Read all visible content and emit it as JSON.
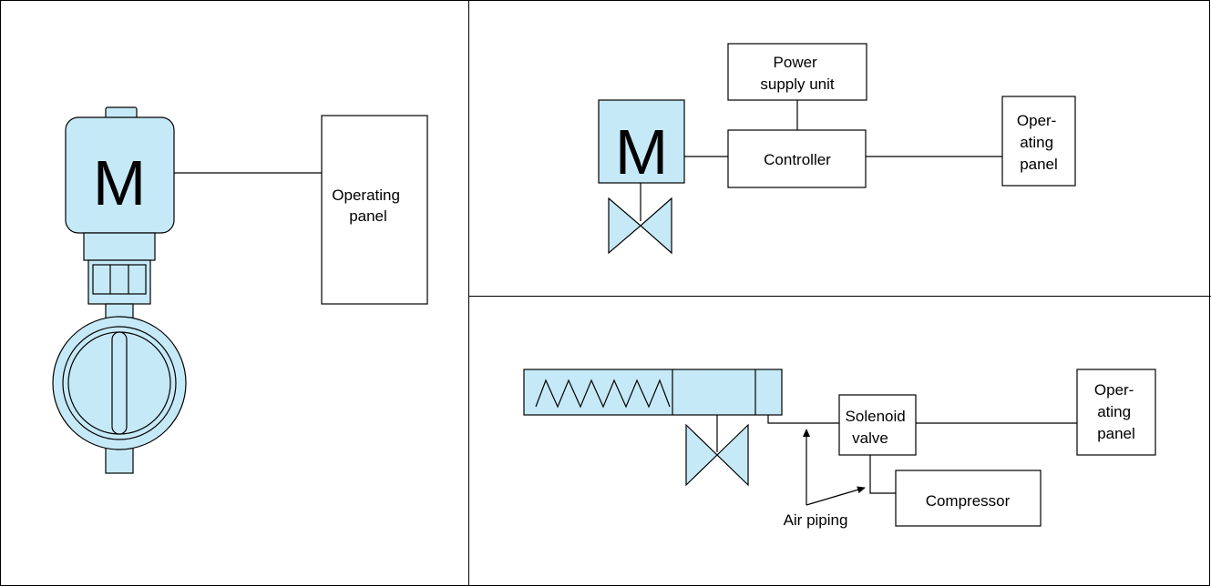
{
  "colors": {
    "fill": "#c6e9f7",
    "stroke": "#000000",
    "background": "#ffffff"
  },
  "panel_left": {
    "motor_letter": "M",
    "operating_panel_lines": [
      "Operating",
      "panel"
    ]
  },
  "panel_top_right": {
    "motor_letter": "M",
    "power_supply_lines": [
      "Power",
      "supply unit"
    ],
    "controller": "Controller",
    "operating_panel_lines": [
      "Oper-",
      "ating",
      "panel"
    ]
  },
  "panel_bottom_right": {
    "solenoid_lines": [
      "Solenoid",
      "valve"
    ],
    "compressor": "Compressor",
    "air_piping": "Air piping",
    "operating_panel_lines": [
      "Oper-",
      "ating",
      "panel"
    ]
  }
}
